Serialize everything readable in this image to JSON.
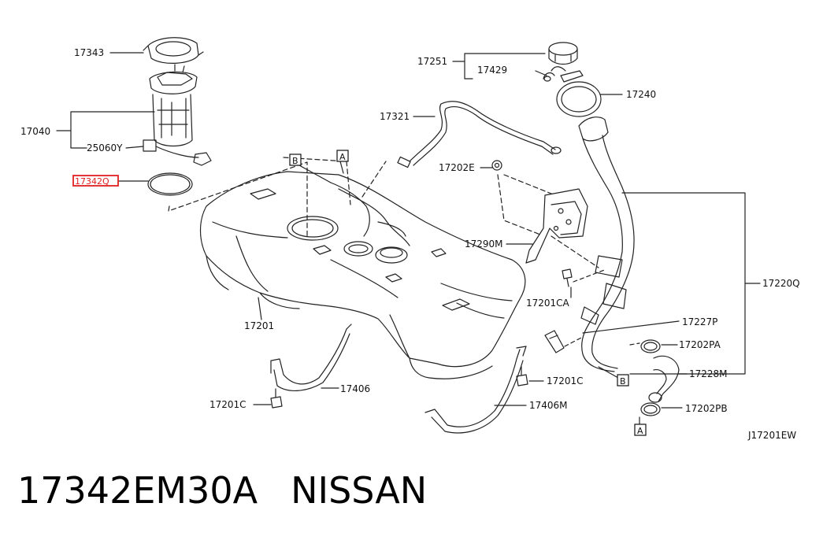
{
  "diagram": {
    "labels": {
      "p17343": "17343",
      "p17040": "17040",
      "p25060Y": "25060Y",
      "p17342Q": "17342Q",
      "p17251": "17251",
      "p17429": "17429",
      "p17240": "17240",
      "p17321": "17321",
      "p17202E": "17202E",
      "p17290M": "17290M",
      "p17220Q": "17220Q",
      "p17201": "17201",
      "p17201CA": "17201CA",
      "p17227P": "17227P",
      "p17202PA": "17202PA",
      "p17228M": "17228M",
      "p17406": "17406",
      "p17201C_left": "17201C",
      "p17201C_right": "17201C",
      "p17406M": "17406M",
      "p17202PB": "17202PB",
      "ref_A_top": "A",
      "ref_B_top": "B",
      "ref_B_right": "B",
      "ref_A_bottom": "A",
      "code": "J17201EW"
    },
    "highlight_color": "#e02020"
  },
  "caption": {
    "part_number": "17342EM30A",
    "brand": "NISSAN"
  }
}
